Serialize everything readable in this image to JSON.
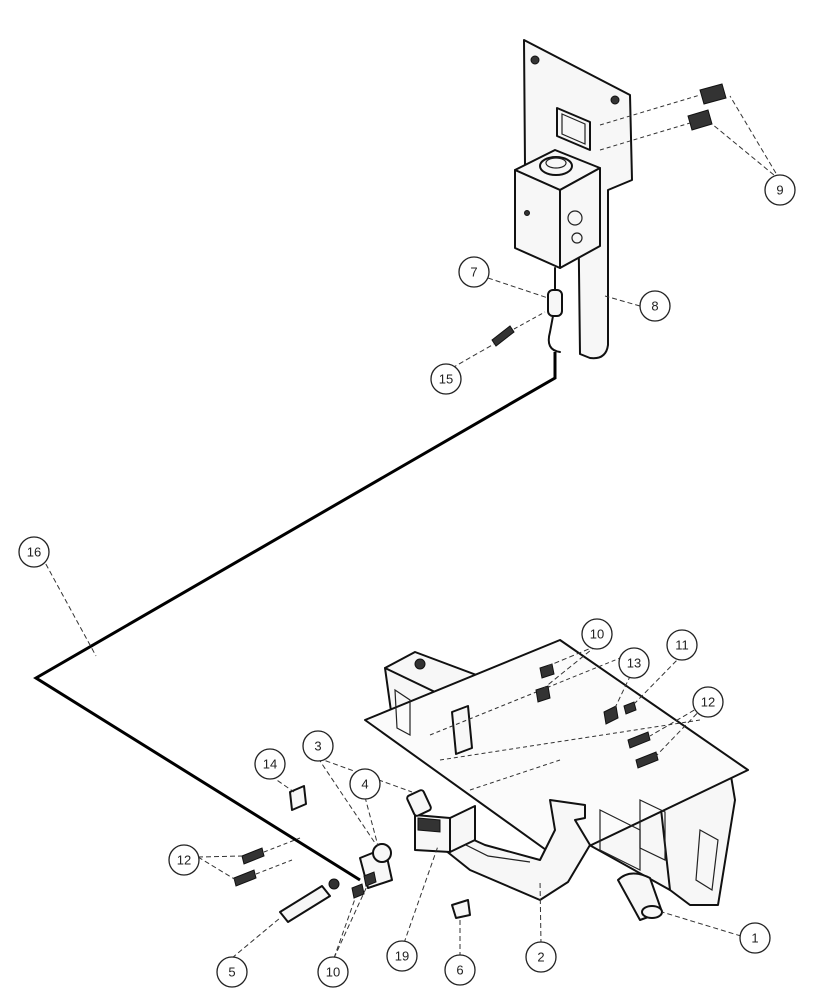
{
  "callouts": [
    "1",
    "2",
    "3",
    "4",
    "5",
    "6",
    "7",
    "8",
    "9",
    "10",
    "11",
    "12",
    "13",
    "14",
    "15",
    "16"
  ],
  "balloon_labels": {
    "b9": "9",
    "b7": "7",
    "b8": "8",
    "b15": "15",
    "b16": "16",
    "b10a": "10",
    "b11": "11",
    "b13": "13",
    "b12a": "12",
    "b14": "14",
    "b3": "3",
    "b4": "4",
    "b12b": "12",
    "b5": "5",
    "b10b": "10",
    "b19": "19",
    "b6": "6",
    "b2": "2",
    "b1": "1"
  }
}
